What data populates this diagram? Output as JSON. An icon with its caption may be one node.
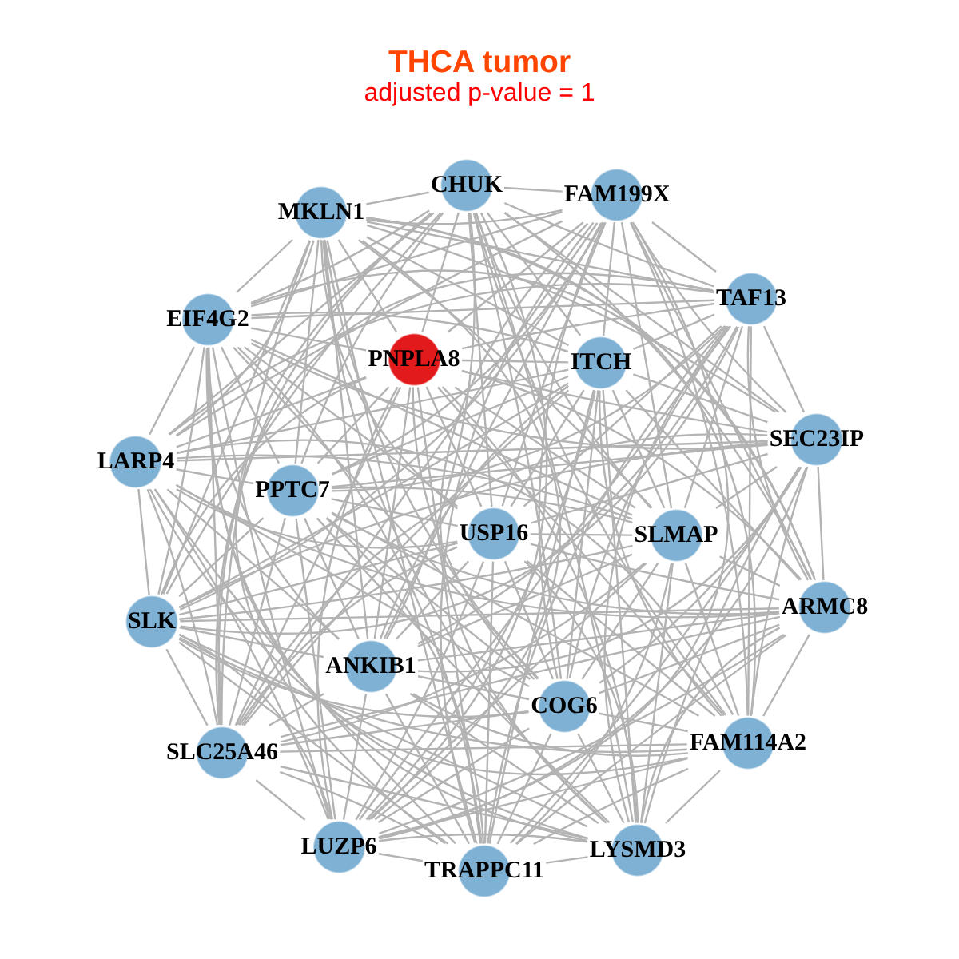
{
  "diagram": {
    "title": "THCA tumor",
    "nodes": [
      {
        "text": [
          "CHUK"
        ]
      },
      {
        "text": [
          "FAM199X"
        ]
      },
      {
        "text": [
          "MKLN1"
        ]
      },
      {
        "text": [
          "TAF13"
        ]
      },
      {
        "text": [
          "EIF4G2"
        ]
      },
      {
        "text": [
          "PNPLA8"
        ]
      },
      {
        "text": [
          "ITCH"
        ]
      },
      {
        "text": [
          "SEC23IP"
        ]
      },
      {
        "text": [
          "LARP4"
        ]
      },
      {
        "text": [
          "PPTC7"
        ]
      },
      {
        "text": [
          "USP16"
        ]
      },
      {
        "text": [
          "SLMAP"
        ]
      },
      {
        "text": [
          "ARMC8"
        ]
      },
      {
        "text": [
          "SLK"
        ]
      },
      {
        "text": [
          "ANKIB1"
        ]
      },
      {
        "text": [
          "COG6"
        ]
      },
      {
        "text": [
          "FAM114A2"
        ]
      },
      {
        "text": [
          "SLC25A46"
        ]
      },
      {
        "text": [
          "LUZP6"
        ]
      },
      {
        "text": [
          "LYSMD3"
        ]
      },
      {
        "text": [
          "TRAPPC11"
        ]
      }
    ],
    "edges": [
      {
        "from": 0,
        "to": 1,
        "arrow": "none"
      },
      {
        "from": 0,
        "to": 2,
        "arrow": "none"
      },
      {
        "from": 0,
        "to": 3,
        "arrow": "none"
      },
      {
        "from": 0,
        "to": 4,
        "arrow": "none"
      },
      {
        "from": 0,
        "to": 5,
        "arrow": "none"
      },
      {
        "from": 0,
        "to": 6,
        "arrow": "none"
      },
      {
        "from": 0,
        "to": 7,
        "arrow": "none"
      },
      {
        "from": 0,
        "to": 8,
        "arrow": "none"
      },
      {
        "from": 0,
        "to": 9,
        "arrow": "none"
      },
      {
        "from": 0,
        "to": 10,
        "arrow": "none"
      },
      {
        "from": 0,
        "to": 11,
        "arrow": "none"
      },
      {
        "from": 0,
        "to": 12,
        "arrow": "none"
      },
      {
        "from": 0,
        "to": 13,
        "arrow": "none"
      },
      {
        "from": 0,
        "to": 14,
        "arrow": "none"
      },
      {
        "from": 0,
        "to": 15,
        "arrow": "none"
      },
      {
        "from": 0,
        "to": 16,
        "arrow": "none"
      },
      {
        "from": 0,
        "to": 17,
        "arrow": "none"
      },
      {
        "from": 0,
        "to": 18,
        "arrow": "none"
      },
      {
        "from": 0,
        "to": 19,
        "arrow": "none"
      },
      {
        "from": 0,
        "to": 20,
        "arrow": "none"
      },
      {
        "from": 1,
        "to": 2,
        "arrow": "none"
      },
      {
        "from": 1,
        "to": 3,
        "arrow": "none"
      },
      {
        "from": 1,
        "to": 4,
        "arrow": "none"
      },
      {
        "from": 1,
        "to": 5,
        "arrow": "none"
      },
      {
        "from": 1,
        "to": 6,
        "arrow": "none"
      },
      {
        "from": 1,
        "to": 7,
        "arrow": "none"
      },
      {
        "from": 1,
        "to": 8,
        "arrow": "none"
      },
      {
        "from": 1,
        "to": 9,
        "arrow": "none"
      },
      {
        "from": 1,
        "to": 10,
        "arrow": "none"
      },
      {
        "from": 1,
        "to": 11,
        "arrow": "none"
      },
      {
        "from": 1,
        "to": 12,
        "arrow": "none"
      },
      {
        "from": 1,
        "to": 13,
        "arrow": "none"
      },
      {
        "from": 1,
        "to": 14,
        "arrow": "none"
      },
      {
        "from": 1,
        "to": 15,
        "arrow": "none"
      },
      {
        "from": 1,
        "to": 16,
        "arrow": "none"
      },
      {
        "from": 1,
        "to": 17,
        "arrow": "none"
      },
      {
        "from": 1,
        "to": 18,
        "arrow": "none"
      },
      {
        "from": 1,
        "to": 19,
        "arrow": "none"
      },
      {
        "from": 1,
        "to": 20,
        "arrow": "none"
      },
      {
        "from": 2,
        "to": 3,
        "arrow": "none"
      },
      {
        "from": 2,
        "to": 4,
        "arrow": "none"
      },
      {
        "from": 2,
        "to": 5,
        "arrow": "none"
      },
      {
        "from": 2,
        "to": 6,
        "arrow": "none"
      },
      {
        "from": 2,
        "to": 7,
        "arrow": "none"
      },
      {
        "from": 2,
        "to": 8,
        "arrow": "none"
      },
      {
        "from": 2,
        "to": 9,
        "arrow": "none"
      },
      {
        "from": 2,
        "to": 10,
        "arrow": "none"
      },
      {
        "from": 2,
        "to": 11,
        "arrow": "none"
      },
      {
        "from": 2,
        "to": 12,
        "arrow": "none"
      },
      {
        "from": 2,
        "to": 13,
        "arrow": "none"
      },
      {
        "from": 2,
        "to": 14,
        "arrow": "none"
      },
      {
        "from": 2,
        "to": 15,
        "arrow": "none"
      },
      {
        "from": 2,
        "to": 16,
        "arrow": "none"
      },
      {
        "from": 2,
        "to": 17,
        "arrow": "none"
      },
      {
        "from": 2,
        "to": 18,
        "arrow": "none"
      },
      {
        "from": 2,
        "to": 19,
        "arrow": "none"
      },
      {
        "from": 2,
        "to": 20,
        "arrow": "none"
      },
      {
        "from": 3,
        "to": 4,
        "arrow": "none"
      },
      {
        "from": 3,
        "to": 5,
        "arrow": "none"
      },
      {
        "from": 3,
        "to": 6,
        "arrow": "none"
      },
      {
        "from": 3,
        "to": 7,
        "arrow": "none"
      },
      {
        "from": 3,
        "to": 8,
        "arrow": "none"
      },
      {
        "from": 3,
        "to": 9,
        "arrow": "none"
      },
      {
        "from": 3,
        "to": 10,
        "arrow": "none"
      },
      {
        "from": 3,
        "to": 11,
        "arrow": "none"
      },
      {
        "from": 3,
        "to": 12,
        "arrow": "none"
      },
      {
        "from": 3,
        "to": 13,
        "arrow": "none"
      },
      {
        "from": 3,
        "to": 14,
        "arrow": "none"
      },
      {
        "from": 3,
        "to": 15,
        "arrow": "none"
      },
      {
        "from": 3,
        "to": 16,
        "arrow": "none"
      },
      {
        "from": 3,
        "to": 17,
        "arrow": "none"
      },
      {
        "from": 3,
        "to": 18,
        "arrow": "none"
      },
      {
        "from": 3,
        "to": 19,
        "arrow": "none"
      },
      {
        "from": 3,
        "to": 20,
        "arrow": "none"
      },
      {
        "from": 4,
        "to": 5,
        "arrow": "none"
      },
      {
        "from": 4,
        "to": 6,
        "arrow": "none"
      },
      {
        "from": 4,
        "to": 7,
        "arrow": "none"
      },
      {
        "from": 4,
        "to": 8,
        "arrow": "none"
      },
      {
        "from": 4,
        "to": 9,
        "arrow": "none"
      },
      {
        "from": 4,
        "to": 10,
        "arrow": "none"
      },
      {
        "from": 4,
        "to": 11,
        "arrow": "none"
      },
      {
        "from": 4,
        "to": 12,
        "arrow": "none"
      },
      {
        "from": 4,
        "to": 13,
        "arrow": "none"
      },
      {
        "from": 4,
        "to": 14,
        "arrow": "none"
      },
      {
        "from": 4,
        "to": 15,
        "arrow": "none"
      },
      {
        "from": 4,
        "to": 16,
        "arrow": "none"
      },
      {
        "from": 4,
        "to": 17,
        "arrow": "none"
      },
      {
        "from": 4,
        "to": 18,
        "arrow": "none"
      },
      {
        "from": 4,
        "to": 19,
        "arrow": "none"
      },
      {
        "from": 4,
        "to": 20,
        "arrow": "none"
      },
      {
        "from": 5,
        "to": 6,
        "arrow": "none"
      },
      {
        "from": 5,
        "to": 7,
        "arrow": "none"
      },
      {
        "from": 5,
        "to": 8,
        "arrow": "none"
      },
      {
        "from": 5,
        "to": 9,
        "arrow": "none"
      },
      {
        "from": 5,
        "to": 10,
        "arrow": "none"
      },
      {
        "from": 5,
        "to": 11,
        "arrow": "none"
      },
      {
        "from": 5,
        "to": 12,
        "arrow": "none"
      },
      {
        "from": 5,
        "to": 13,
        "arrow": "none"
      },
      {
        "from": 5,
        "to": 14,
        "arrow": "none"
      },
      {
        "from": 5,
        "to": 15,
        "arrow": "none"
      },
      {
        "from": 5,
        "to": 16,
        "arrow": "none"
      },
      {
        "from": 5,
        "to": 17,
        "arrow": "none"
      },
      {
        "from": 5,
        "to": 18,
        "arrow": "none"
      },
      {
        "from": 5,
        "to": 19,
        "arrow": "none"
      },
      {
        "from": 5,
        "to": 20,
        "arrow": "none"
      },
      {
        "from": 6,
        "to": 7,
        "arrow": "none"
      },
      {
        "from": 6,
        "to": 8,
        "arrow": "none"
      },
      {
        "from": 6,
        "to": 9,
        "arrow": "none"
      },
      {
        "from": 6,
        "to": 10,
        "arrow": "none"
      },
      {
        "from": 6,
        "to": 11,
        "arrow": "none"
      },
      {
        "from": 6,
        "to": 12,
        "arrow": "none"
      },
      {
        "from": 6,
        "to": 13,
        "arrow": "none"
      },
      {
        "from": 6,
        "to": 14,
        "arrow": "none"
      },
      {
        "from": 6,
        "to": 15,
        "arrow": "none"
      },
      {
        "from": 6,
        "to": 16,
        "arrow": "none"
      },
      {
        "from": 6,
        "to": 17,
        "arrow": "none"
      },
      {
        "from": 6,
        "to": 18,
        "arrow": "none"
      },
      {
        "from": 6,
        "to": 19,
        "arrow": "none"
      },
      {
        "from": 6,
        "to": 20,
        "arrow": "none"
      },
      {
        "from": 7,
        "to": 8,
        "arrow": "none"
      },
      {
        "from": 7,
        "to": 9,
        "arrow": "none"
      },
      {
        "from": 7,
        "to": 10,
        "arrow": "none"
      },
      {
        "from": 7,
        "to": 11,
        "arrow": "none"
      },
      {
        "from": 7,
        "to": 12,
        "arrow": "none"
      },
      {
        "from": 7,
        "to": 13,
        "arrow": "none"
      },
      {
        "from": 7,
        "to": 14,
        "arrow": "none"
      },
      {
        "from": 7,
        "to": 15,
        "arrow": "none"
      },
      {
        "from": 7,
        "to": 16,
        "arrow": "none"
      },
      {
        "from": 7,
        "to": 17,
        "arrow": "none"
      },
      {
        "from": 7,
        "to": 18,
        "arrow": "none"
      },
      {
        "from": 7,
        "to": 19,
        "arrow": "none"
      },
      {
        "from": 7,
        "to": 20,
        "arrow": "none"
      },
      {
        "from": 8,
        "to": 9,
        "arrow": "none"
      },
      {
        "from": 8,
        "to": 10,
        "arrow": "none"
      },
      {
        "from": 8,
        "to": 11,
        "arrow": "none"
      },
      {
        "from": 8,
        "to": 12,
        "arrow": "none"
      },
      {
        "from": 8,
        "to": 13,
        "arrow": "none"
      },
      {
        "from": 8,
        "to": 14,
        "arrow": "none"
      },
      {
        "from": 8,
        "to": 15,
        "arrow": "none"
      },
      {
        "from": 8,
        "to": 16,
        "arrow": "none"
      },
      {
        "from": 8,
        "to": 17,
        "arrow": "none"
      },
      {
        "from": 8,
        "to": 18,
        "arrow": "none"
      },
      {
        "from": 8,
        "to": 19,
        "arrow": "none"
      },
      {
        "from": 8,
        "to": 20,
        "arrow": "none"
      },
      {
        "from": 9,
        "to": 10,
        "arrow": "none"
      },
      {
        "from": 9,
        "to": 11,
        "arrow": "none"
      },
      {
        "from": 9,
        "to": 12,
        "arrow": "none"
      },
      {
        "from": 9,
        "to": 13,
        "arrow": "none"
      },
      {
        "from": 9,
        "to": 14,
        "arrow": "none"
      },
      {
        "from": 9,
        "to": 15,
        "arrow": "none"
      },
      {
        "from": 9,
        "to": 16,
        "arrow": "none"
      },
      {
        "from": 9,
        "to": 17,
        "arrow": "none"
      },
      {
        "from": 9,
        "to": 18,
        "arrow": "none"
      },
      {
        "from": 9,
        "to": 19,
        "arrow": "none"
      },
      {
        "from": 9,
        "to": 20,
        "arrow": "none"
      },
      {
        "from": 10,
        "to": 11,
        "arrow": "none"
      },
      {
        "from": 10,
        "to": 12,
        "arrow": "none"
      },
      {
        "from": 10,
        "to": 13,
        "arrow": "none"
      },
      {
        "from": 10,
        "to": 14,
        "arrow": "none"
      },
      {
        "from": 10,
        "to": 15,
        "arrow": "none"
      },
      {
        "from": 10,
        "to": 16,
        "arrow": "none"
      },
      {
        "from": 10,
        "to": 17,
        "arrow": "none"
      },
      {
        "from": 10,
        "to": 18,
        "arrow": "none"
      },
      {
        "from": 10,
        "to": 19,
        "arrow": "none"
      },
      {
        "from": 10,
        "to": 20,
        "arrow": "none"
      },
      {
        "from": 11,
        "to": 12,
        "arrow": "none"
      },
      {
        "from": 11,
        "to": 13,
        "arrow": "none"
      },
      {
        "from": 11,
        "to": 14,
        "arrow": "none"
      },
      {
        "from": 11,
        "to": 15,
        "arrow": "none"
      },
      {
        "from": 11,
        "to": 16,
        "arrow": "none"
      },
      {
        "from": 11,
        "to": 17,
        "arrow": "none"
      },
      {
        "from": 11,
        "to": 18,
        "arrow": "none"
      },
      {
        "from": 11,
        "to": 19,
        "arrow": "none"
      },
      {
        "from": 11,
        "to": 20,
        "arrow": "none"
      },
      {
        "from": 12,
        "to": 13,
        "arrow": "none"
      },
      {
        "from": 12,
        "to": 14,
        "arrow": "none"
      },
      {
        "from": 12,
        "to": 15,
        "arrow": "none"
      },
      {
        "from": 12,
        "to": 16,
        "arrow": "none"
      },
      {
        "from": 12,
        "to": 17,
        "arrow": "none"
      },
      {
        "from": 12,
        "to": 18,
        "arrow": "none"
      },
      {
        "from": 12,
        "to": 19,
        "arrow": "none"
      },
      {
        "from": 12,
        "to": 20,
        "arrow": "none"
      },
      {
        "from": 13,
        "to": 14,
        "arrow": "none"
      },
      {
        "from": 13,
        "to": 15,
        "arrow": "none"
      },
      {
        "from": 13,
        "to": 16,
        "arrow": "none"
      },
      {
        "from": 13,
        "to": 17,
        "arrow": "none"
      },
      {
        "from": 13,
        "to": 18,
        "arrow": "none"
      },
      {
        "from": 13,
        "to": 19,
        "arrow": "none"
      },
      {
        "from": 13,
        "to": 20,
        "arrow": "none"
      },
      {
        "from": 14,
        "to": 15,
        "arrow": "none"
      },
      {
        "from": 14,
        "to": 16,
        "arrow": "none"
      },
      {
        "from": 14,
        "to": 17,
        "arrow": "none"
      },
      {
        "from": 14,
        "to": 18,
        "arrow": "none"
      },
      {
        "from": 14,
        "to": 19,
        "arrow": "none"
      },
      {
        "from": 14,
        "to": 20,
        "arrow": "none"
      },
      {
        "from": 15,
        "to": 16,
        "arrow": "none"
      },
      {
        "from": 15,
        "to": 17,
        "arrow": "none"
      },
      {
        "from": 15,
        "to": 18,
        "arrow": "none"
      },
      {
        "from": 15,
        "to": 19,
        "arrow": "none"
      },
      {
        "from": 15,
        "to": 20,
        "arrow": "none"
      },
      {
        "from": 16,
        "to": 17,
        "arrow": "none"
      },
      {
        "from": 16,
        "to": 18,
        "arrow": "none"
      },
      {
        "from": 16,
        "to": 19,
        "arrow": "none"
      },
      {
        "from": 16,
        "to": 20,
        "arrow": "none"
      },
      {
        "from": 17,
        "to": 18,
        "arrow": "none"
      },
      {
        "from": 17,
        "to": 19,
        "arrow": "none"
      },
      {
        "from": 17,
        "to": 20,
        "arrow": "none"
      },
      {
        "from": 18,
        "to": 19,
        "arrow": "none"
      },
      {
        "from": 18,
        "to": 20,
        "arrow": "none"
      },
      {
        "from": 19,
        "to": 20,
        "arrow": "none"
      }
    ],
    "labels": [
      "adjusted p-value = 1"
    ]
  }
}
